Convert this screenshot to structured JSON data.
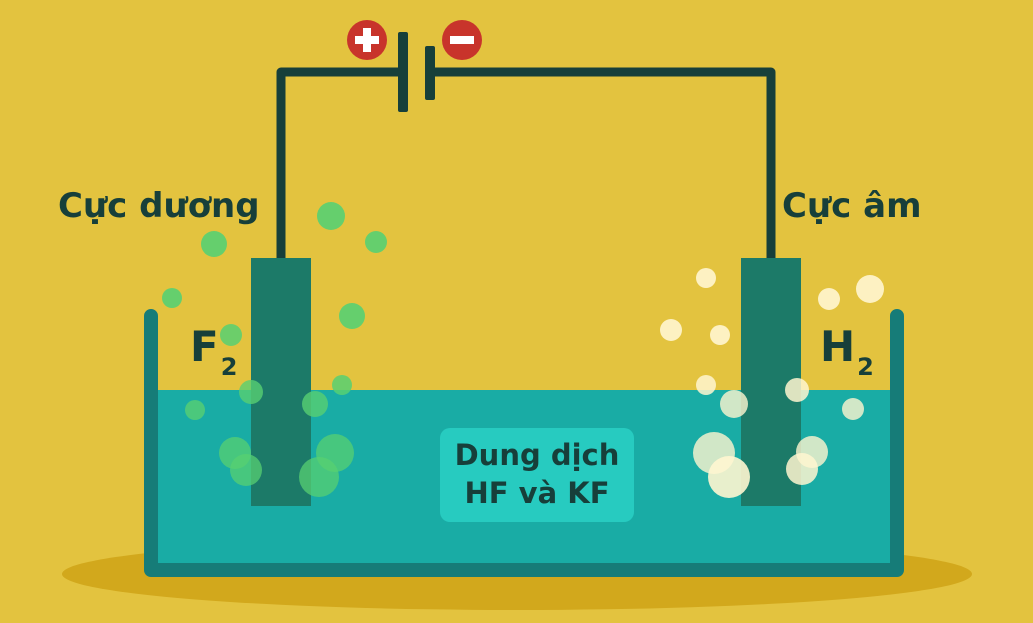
{
  "colors": {
    "background": "#E3C33F",
    "solution": "#19ACA5",
    "electrode": "#1C7A68",
    "wire": "#173F3A",
    "bubble_green": "#57D072",
    "bubble_light": "#FFF6D0",
    "terminal_red": "#C8342B"
  },
  "labels": {
    "anode": "Cực dương",
    "cathode": "Cực âm",
    "anode_gas": "F",
    "anode_gas_sub": "2",
    "cathode_gas": "H",
    "cathode_gas_sub": "2",
    "solution_line1": "Dung dịch",
    "solution_line2": "HF và KF"
  },
  "battery": {
    "positive_symbol": "+",
    "negative_symbol": "−",
    "positive_icon": "plus-circle-icon",
    "negative_icon": "minus-circle-icon"
  }
}
